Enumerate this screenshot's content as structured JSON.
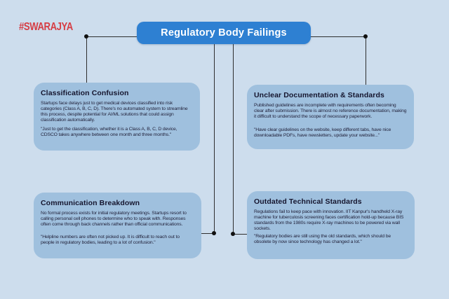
{
  "brand": {
    "logo_text": "#SWARAJYA",
    "logo_color": "#d63d44"
  },
  "title": {
    "label": "Regulatory Body Failings",
    "bg_color": "#2e80d2",
    "text_color": "#ffffff"
  },
  "colors": {
    "background": "#cddded",
    "card_fill": "#9fc0de",
    "heading_text": "#15152e",
    "body_text": "#23233c",
    "connector_line": "#2e2e2e",
    "junction_dot": "#101010"
  },
  "cards": [
    {
      "heading": "Classification Confusion",
      "body": "Startups face delays just to get medical devices classified into risk categories (Class A, B, C, D). There's no automated system to streamline this process, despite potential for AI/ML solutions that could assign classification automatically.",
      "quote": "\"Just to get the classification, whether it is a Class A, B, C, D device, CDSCO takes anywhere between one month and three months.\""
    },
    {
      "heading": "Unclear Documentation & Standards",
      "body": "Published guidelines are incomplete with requirements often becoming clear after submission. There is almost no reference documentation, making it difficult to understand the scope of necessary paperwork.",
      "quote": "\"Have clear guidelines on the website, keep different tabs, have nice downloadable PDFs, have newsletters, update your website...\""
    },
    {
      "heading": "Communication Breakdown",
      "body": "No formal process exists for initial regulatory meetings. Startups resort to calling personal cell phones to determine who to speak with. Responses often come through back channels rather than official communications.",
      "quote": "\"Helpline numbers are often not picked up. It is difficult to reach out to people in regulatory bodies, leading to a lot of confusion.\""
    },
    {
      "heading": "Outdated Technical Standards",
      "body": "Regulations fail to keep pace with innovation. IIT Kanpur's handheld X-ray machine for tuberculosis screening faces certification hold-up because BIS standards from the 1980s require X-ray machines to be powered via wall sockets.",
      "quote": "\"Regulatory bodies are still using the old standards, which should be obsolete by now since technology has changed a lot.\""
    }
  ]
}
